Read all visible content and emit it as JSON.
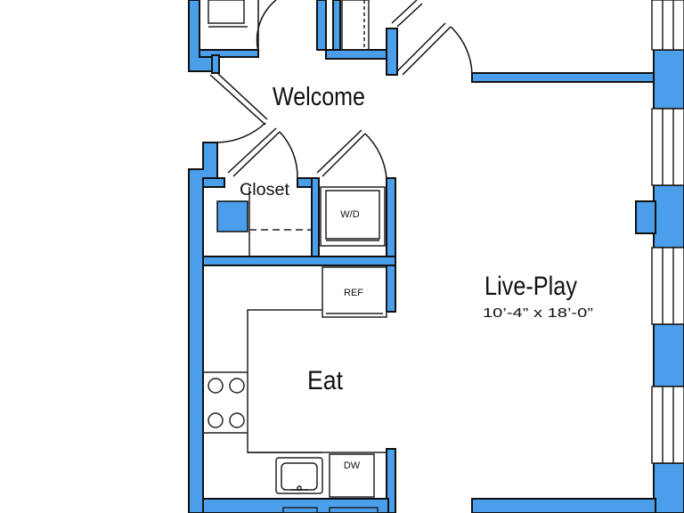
{
  "colors": {
    "wall_fill": "#4a9eea",
    "wall_edge": "#111111",
    "fixture_line": "#222222",
    "background": "#ffffff"
  },
  "rooms": {
    "welcome": "Welcome",
    "closet": "Closet",
    "live_play": "Live-Play",
    "live_play_dims": "10’-4”  x  18’-0”",
    "eat": "Eat"
  },
  "appliances": {
    "washer_dryer": "W/D",
    "refrigerator": "REF",
    "dishwasher": "DW"
  }
}
